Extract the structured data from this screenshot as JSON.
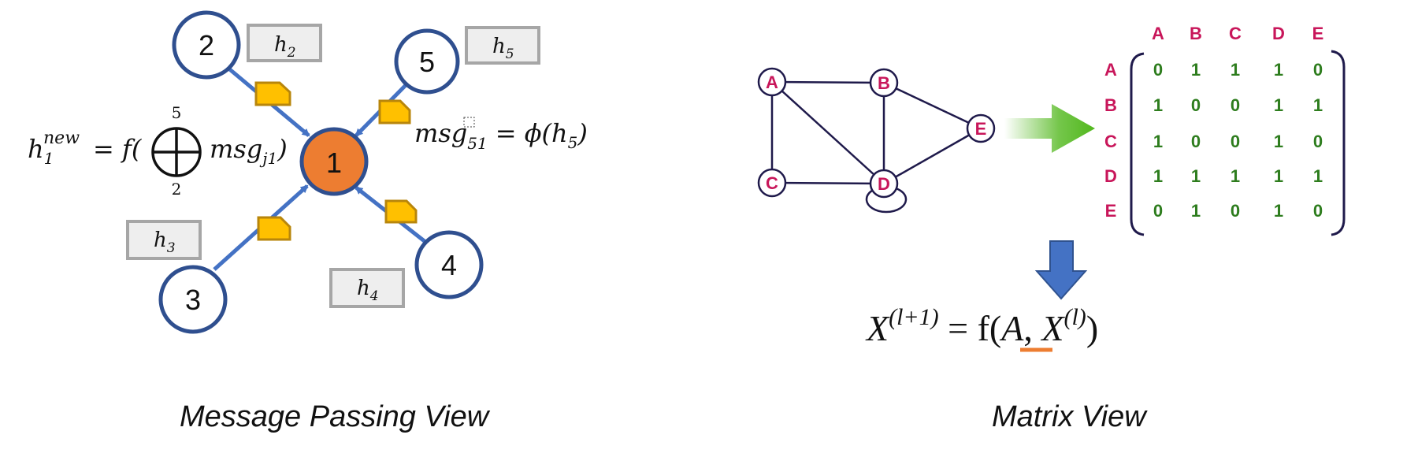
{
  "captions": {
    "left": "Message Passing View",
    "right": "Matrix View"
  },
  "message_passing": {
    "center_node": "1",
    "neighbor_nodes": [
      "2",
      "3",
      "4",
      "5"
    ],
    "feature_labels": {
      "h2": "2",
      "h3": "3",
      "h4": "4",
      "h5": "5"
    },
    "update_equation": {
      "lhs_symbol": "h",
      "lhs_sub": "1",
      "lhs_sup": "new",
      "func": "= f(",
      "op_upper": "5",
      "op_lower": "2",
      "msg_symbol": "msg",
      "msg_sub": "j1",
      "close": ")"
    },
    "message_equation": {
      "symbol": "msg",
      "sub": "51",
      "rhs": "= ϕ(h",
      "rhs_sub": "5",
      "rhs_close": ")"
    }
  },
  "matrix_view": {
    "graph_nodes": [
      "A",
      "B",
      "C",
      "D",
      "E"
    ],
    "edges": [
      [
        "A",
        "B"
      ],
      [
        "A",
        "C"
      ],
      [
        "A",
        "D"
      ],
      [
        "B",
        "D"
      ],
      [
        "B",
        "E"
      ],
      [
        "C",
        "D"
      ],
      [
        "D",
        "E"
      ],
      [
        "D",
        "D"
      ]
    ],
    "matrix_row_labels": [
      "A",
      "B",
      "C",
      "D",
      "E"
    ],
    "matrix_col_labels": [
      "A",
      "B",
      "C",
      "D",
      "E"
    ],
    "matrix": [
      [
        "0",
        "1",
        "1",
        "1",
        "0"
      ],
      [
        "1",
        "0",
        "0",
        "1",
        "1"
      ],
      [
        "1",
        "0",
        "0",
        "1",
        "0"
      ],
      [
        "1",
        "1",
        "1",
        "1",
        "1"
      ],
      [
        "0",
        "1",
        "0",
        "1",
        "0"
      ]
    ],
    "formula": {
      "x": "X",
      "sup1": "(l+1)",
      "mid": " = f(",
      "a": "A",
      "comma": ", ",
      "x2": "X",
      "sup2": "(l)",
      "close": ")"
    }
  },
  "colors": {
    "node_stroke": "#2f4f8f",
    "center_fill": "#ed7d31",
    "arrow": "#4472c4",
    "message_fill": "#ffc000",
    "message_stroke": "#b8860b",
    "feature_box_fill": "#eeeeee",
    "feature_box_stroke": "#a6a6a6",
    "label_pink": "#c8165a",
    "value_green": "#2e7d1e",
    "graph_edge": "#1f1a4b",
    "big_arrow_green": "#52b81e",
    "down_arrow": "#4472c4",
    "underline": "#ed7d31"
  }
}
